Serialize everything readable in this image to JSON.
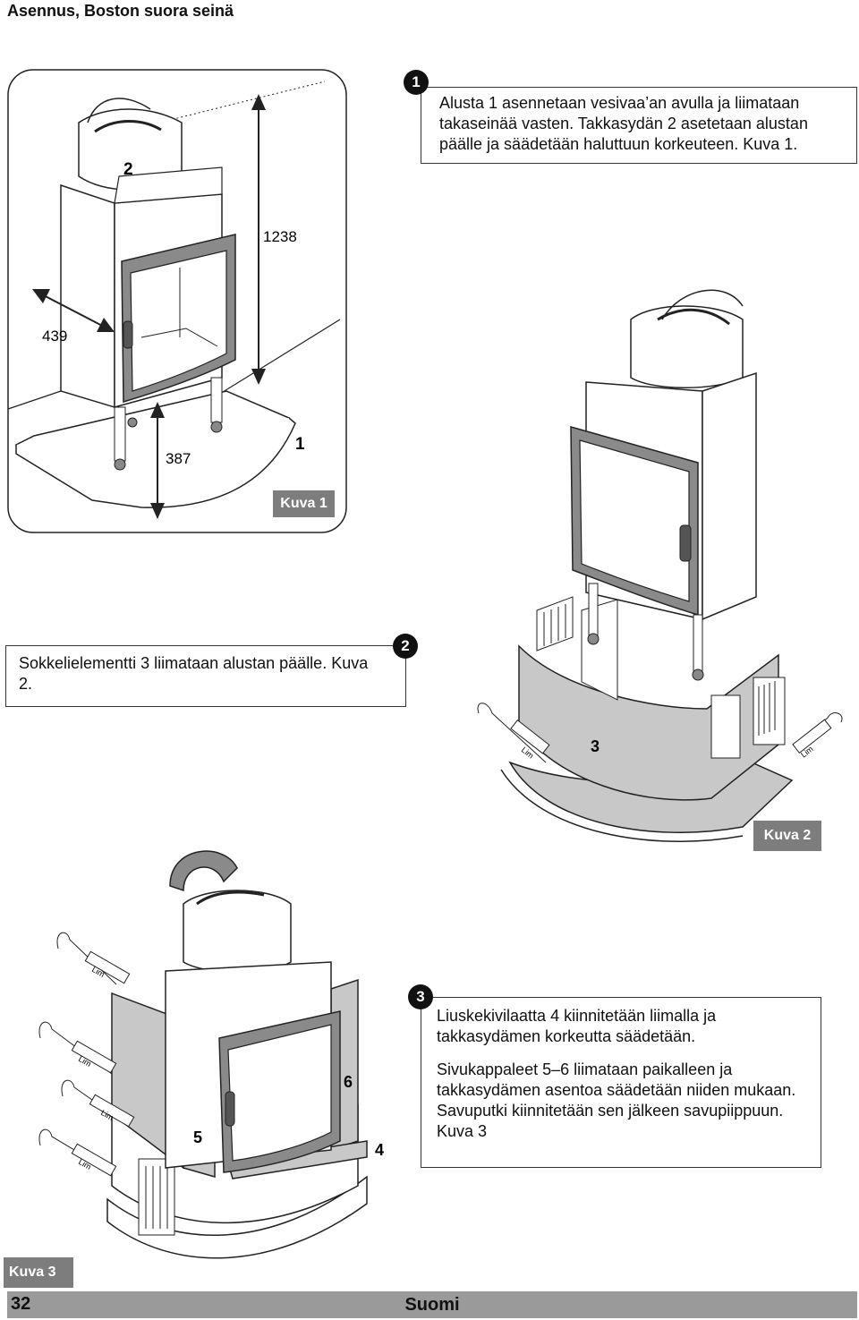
{
  "page_title": "Asennus, Boston suora seinä",
  "step1": {
    "number": "1",
    "text": "Alusta 1 asennetaan vesivaa’an avulla ja liimataan takaseinää vasten. Takkasydän 2 asetetaan alustan päälle ja säädetään haluttuun korkeuteen. Kuva 1."
  },
  "figure1": {
    "caption": "Kuva 1",
    "dim_height": "1238",
    "dim_depth": "439",
    "dim_base": "387",
    "label_core": "2",
    "label_base": "1"
  },
  "step2": {
    "number": "2",
    "text": "Sokkelielementti 3 liimataan alustan päälle. Kuva 2."
  },
  "figure2": {
    "caption": "Kuva 2",
    "label_plinth": "3",
    "glue_label": "Lim"
  },
  "step3": {
    "number": "3",
    "text_a": "Liuskekivilaatta 4 kiinnitetään liimalla ja takkasydämen korkeutta säädetään.",
    "text_b": "Sivukappaleet 5–6 liimataan paikalleen ja takkasydämen asentoa säädetään niiden mukaan. Savuputki kiinnitetään sen jälkeen savupiippuun. Kuva 3"
  },
  "figure3": {
    "caption": "Kuva 3",
    "label_left": "5",
    "label_right": "6",
    "label_slab": "4",
    "glue_label": "Lim"
  },
  "footer": {
    "page_number": "32",
    "language": "Suomi"
  },
  "colors": {
    "panel_gray": "#c8c8c8",
    "caption_gray": "#7d7d7d",
    "footer_gray": "#9a9a9a",
    "door_frame": "#8a8a8a"
  }
}
